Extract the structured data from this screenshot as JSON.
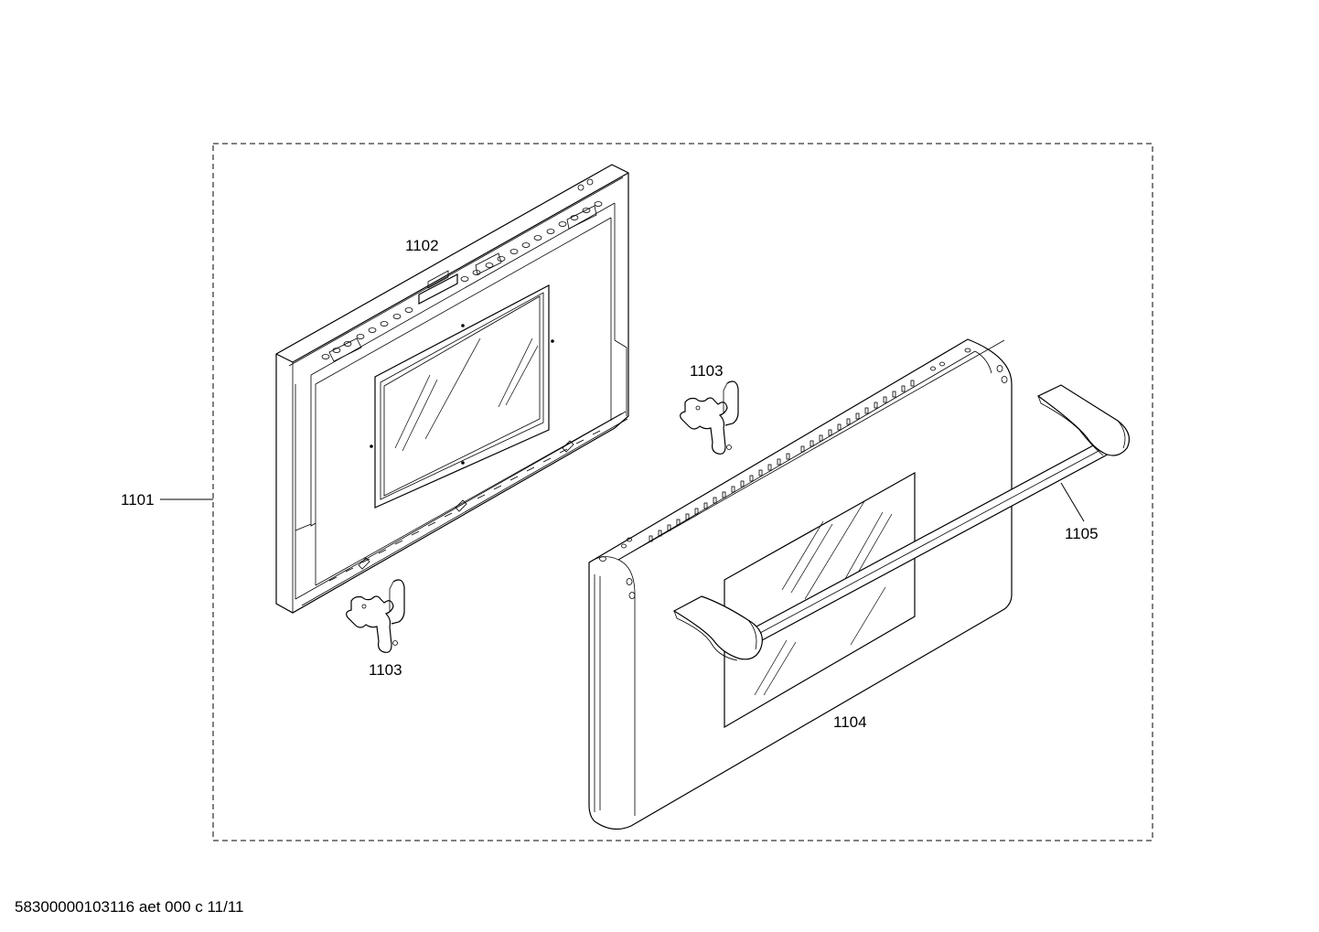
{
  "labels": {
    "assembly": "1101",
    "inner_door": "1102",
    "hinge_top": "1103",
    "hinge_bottom": "1103",
    "outer_door": "1104",
    "handle": "1105"
  },
  "footer": {
    "reference": "58300000103116 aet 000 c 11/11"
  }
}
